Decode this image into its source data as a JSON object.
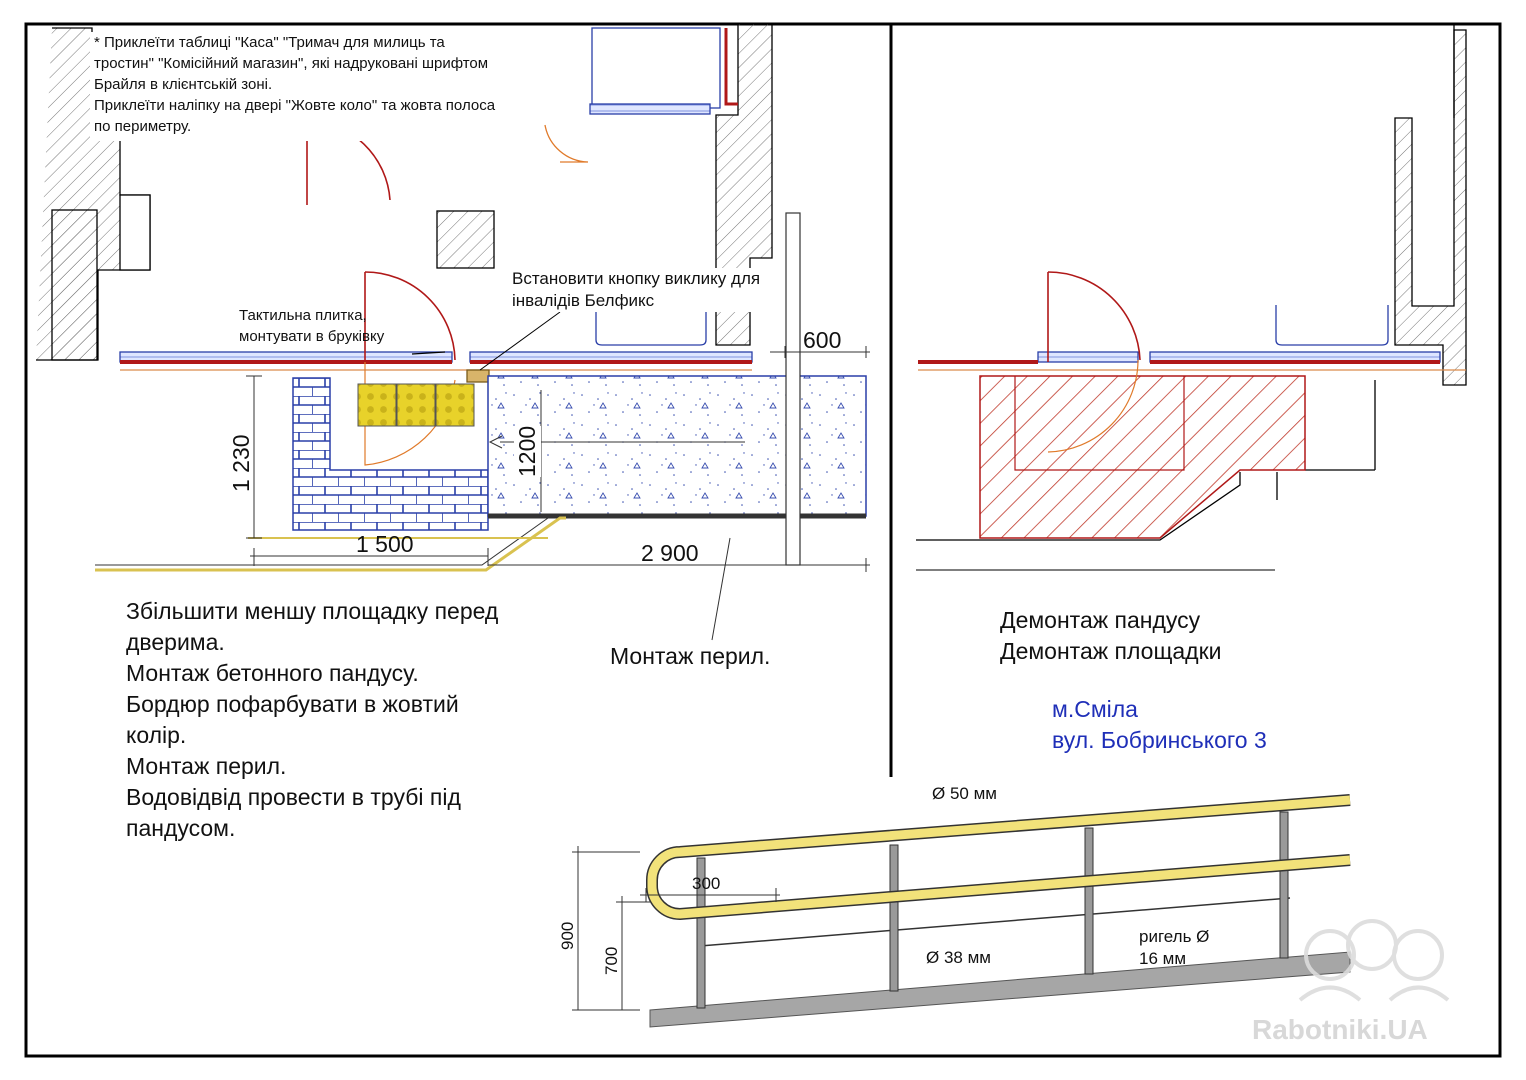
{
  "notes": {
    "braille_lines": [
      "* Приклеїти таблиці \"Каса\" \"Тримач для милиць та",
      "тростин\" \"Комісійний магазин\", які надруковані шрифтом",
      "Брайля в клієнтській зоні.",
      "Приклеїти наліпку на двері \"Жовте коло\" та жовта полоса",
      "по периметру."
    ],
    "call_button_lines": [
      "Встановити кнопку виклику для",
      "інвалідів Белфикс"
    ],
    "tactile_lines": [
      "Тактильна плитка,",
      "монтувати в бруківку"
    ],
    "main_lines": [
      "Збільшити меншу площадку перед",
      "дверима.",
      "Монтаж бетонного пандусу.",
      "Бордюр пофарбувати в жовтий",
      "колір.",
      "Монтаж перил.",
      "Водовідвід провести в трубі під",
      "пандусом."
    ],
    "rail_install": "Монтаж перил.",
    "demolition_lines": [
      "Демонтаж пандусу",
      "Демонтаж  площадки"
    ],
    "address_lines": [
      "м.Сміла",
      "вул. Бобринського 3"
    ]
  },
  "dimensions": {
    "d600": "600",
    "d1230": "1 230",
    "d1200": "1200",
    "d1500": "1 500",
    "d2900": "2 900"
  },
  "railing": {
    "diam_top": "Ø 50 мм",
    "diam_post": "Ø 38 мм",
    "rigel_lines": [
      "ригель Ø",
      "16 мм"
    ],
    "h900": "900",
    "h700": "700",
    "ext300": "300"
  },
  "watermark": "Rabotniki.UA",
  "colors": {
    "outline": "#000000",
    "wall_red": "#b01818",
    "hatch_red": "#c0392b",
    "handrail_yellow": "#f2e27a",
    "tactile_yellow": "#e8d22a",
    "paver_blue": "#2a3fa8",
    "address_blue": "#1f2fb8"
  }
}
